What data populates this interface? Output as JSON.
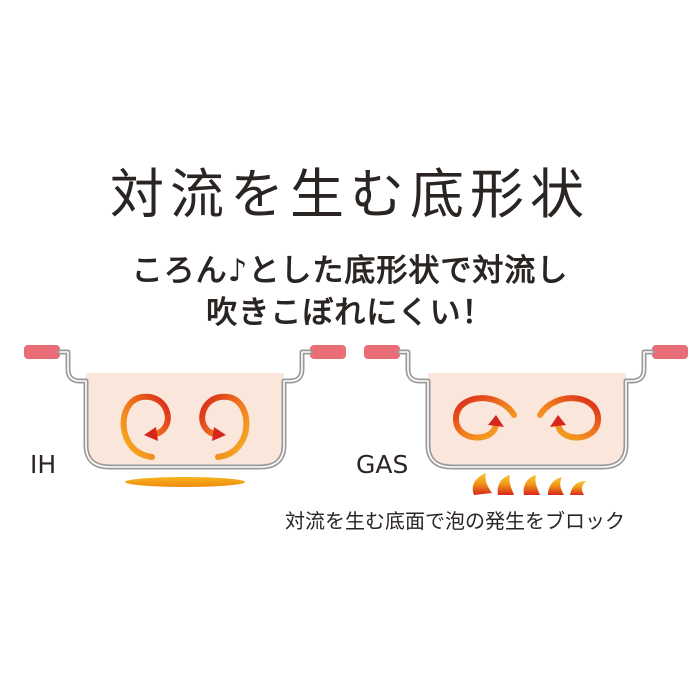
{
  "title": "対流を生む底形状",
  "subtitle": {
    "line1": "ころん♪とした底形状で対流し",
    "line2": "吹きこぼれにくい！"
  },
  "labels": {
    "ih": "IH",
    "gas": "GAS"
  },
  "caption": "対流を生む底面で泡の発生をブロック",
  "colors": {
    "text": "#2a2522",
    "pot_outline": "#9a9a9a",
    "pot_fill": "#fbe6dc",
    "handle": "#e86d77",
    "flow_red": "#d7261b",
    "flow_orange": "#f39a1c",
    "flow_yellow": "#f5b623",
    "flame": "#f29a16"
  }
}
